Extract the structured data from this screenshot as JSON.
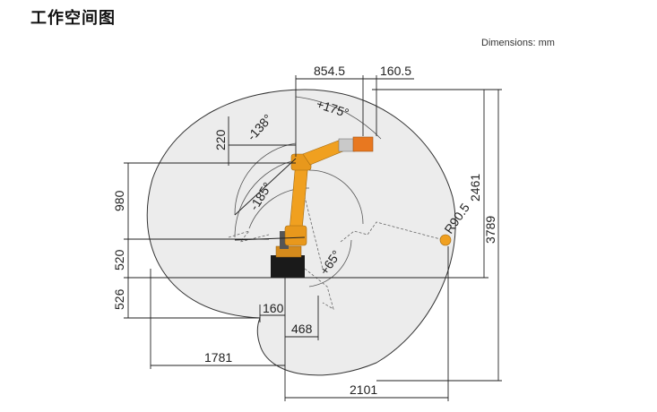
{
  "title": "工作空间图",
  "units": "Dimensions: mm",
  "dimensions": {
    "d854_5": "854.5",
    "d160_5": "160.5",
    "d175": "+175°",
    "d138": "-138°",
    "d220": "220",
    "d980": "980",
    "d185": "-185°",
    "d2461": "2461",
    "d3789": "3789",
    "dR90_5": "R90.5",
    "d520": "520",
    "d65": "+65°",
    "d526": "526",
    "d160": "160",
    "d468": "468",
    "d1781": "1781",
    "d2101": "2101"
  },
  "colors": {
    "workspace": "#ececec",
    "robot": "#f0a020",
    "robot_dark": "#c07818",
    "base": "#1a1a1a",
    "line": "#222222"
  }
}
